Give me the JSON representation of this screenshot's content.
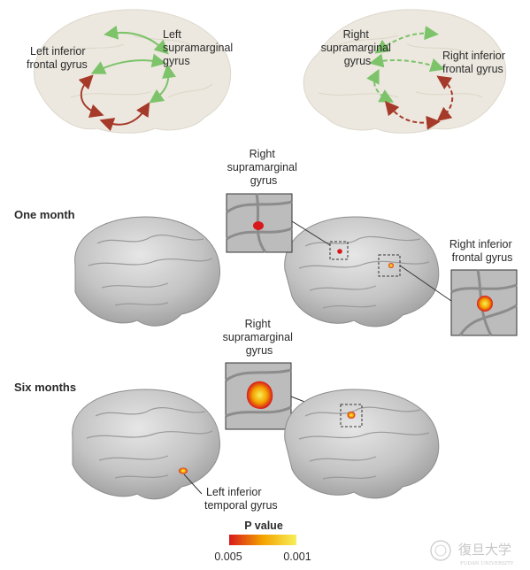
{
  "top_left": {
    "label_ifg": [
      "Left inferior",
      "frontal gyrus"
    ],
    "label_smg": [
      "Left",
      "supramarginal",
      "gyrus"
    ]
  },
  "top_right": {
    "label_smg": [
      "Right",
      "supramarginal",
      "gyrus"
    ],
    "label_ifg": [
      "Right inferior",
      "frontal gyrus"
    ]
  },
  "one_month": {
    "row_label": "One month",
    "callout_smg": [
      "Right",
      "supramarginal",
      "gyrus"
    ],
    "callout_ifg": [
      "Right inferior",
      "frontal gyrus"
    ]
  },
  "six_months": {
    "row_label": "Six months",
    "callout_smg": [
      "Right",
      "supramarginal",
      "gyrus"
    ],
    "callout_itg": [
      "Left inferior",
      "temporal gyrus"
    ]
  },
  "colorbar": {
    "title": "P value",
    "min_label": "0.005",
    "max_label": "0.001",
    "color_low": "#d7191c",
    "color_mid": "#f4a300",
    "color_high": "#f7ef5a"
  },
  "colors": {
    "green_arrow": "#7cc36a",
    "red_arrow": "#a63a2a",
    "brain_outline": "#ece8df",
    "brain_3d": "#bdbdbd"
  },
  "watermark": {
    "text": "復旦大学",
    "subtext": "FUDAN UNIVERSITY"
  }
}
